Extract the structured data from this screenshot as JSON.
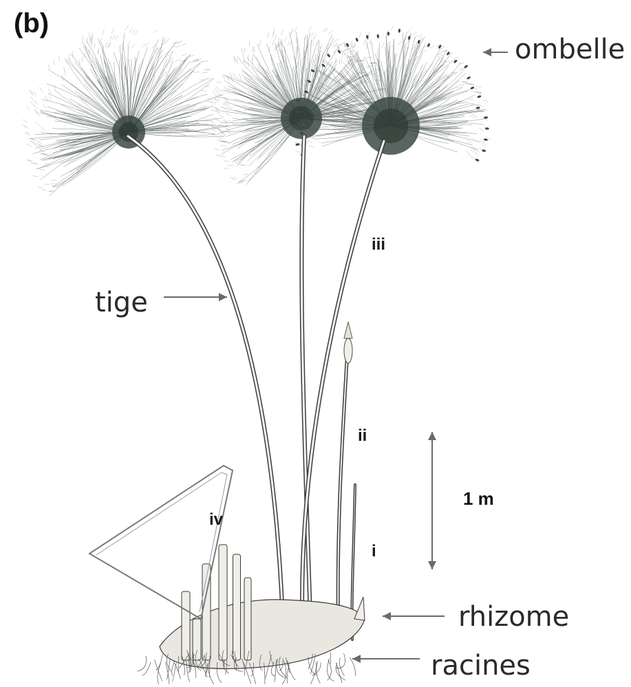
{
  "panel_label": "(b)",
  "labels": {
    "ombelle": "ombelle",
    "tige": "tige",
    "rhizome": "rhizome",
    "racines": "racines",
    "scale": "1 m"
  },
  "stages": {
    "i": "i",
    "ii": "ii",
    "iii": "iii",
    "iv": "iv"
  },
  "colors": {
    "ink": "#2b2b2b",
    "stem": "#3a3a3a",
    "umbel_core": "#3c4a44",
    "arrow": "#6a6a6a",
    "background": "#ffffff"
  }
}
